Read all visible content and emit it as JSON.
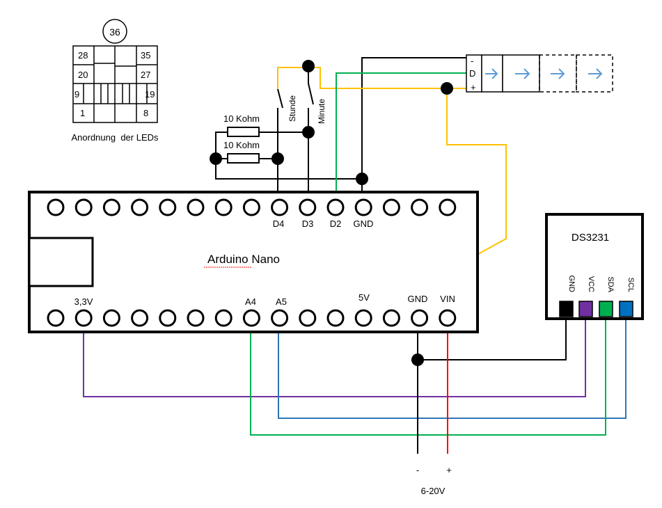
{
  "led_layout": {
    "top_number": "36",
    "cells": [
      "28",
      "35",
      "20",
      "27",
      "9",
      "19",
      "1",
      "8"
    ],
    "caption": "Anordnung  der LEDs"
  },
  "switches": {
    "hour": "Stunde",
    "minute": "Minute"
  },
  "resistors": [
    "10 Kohm",
    "10 Kohm"
  ],
  "led_strip": {
    "minus": "-",
    "data": "D",
    "plus": "+"
  },
  "arduino": {
    "name": "Arduino Nano",
    "top_pins": [
      "D4",
      "D3",
      "D2",
      "GND"
    ],
    "bottom_pins": [
      "3,3V",
      "A4",
      "A5",
      "5V",
      "GND",
      "VIN"
    ]
  },
  "rtc": {
    "name": "DS3231",
    "pins": [
      "GND",
      "VCC",
      "SDA",
      "SCL"
    ],
    "colors": [
      "#000000",
      "#7030a0",
      "#00b050",
      "#0070c0"
    ]
  },
  "power": {
    "minus": "-",
    "plus": "+",
    "range": "6-20V"
  },
  "wire_colors": {
    "black": "#000000",
    "yellow": "#ffc000",
    "green": "#00b050",
    "purple": "#7030a0",
    "blue": "#2e75b6",
    "red": "#ff0000"
  }
}
